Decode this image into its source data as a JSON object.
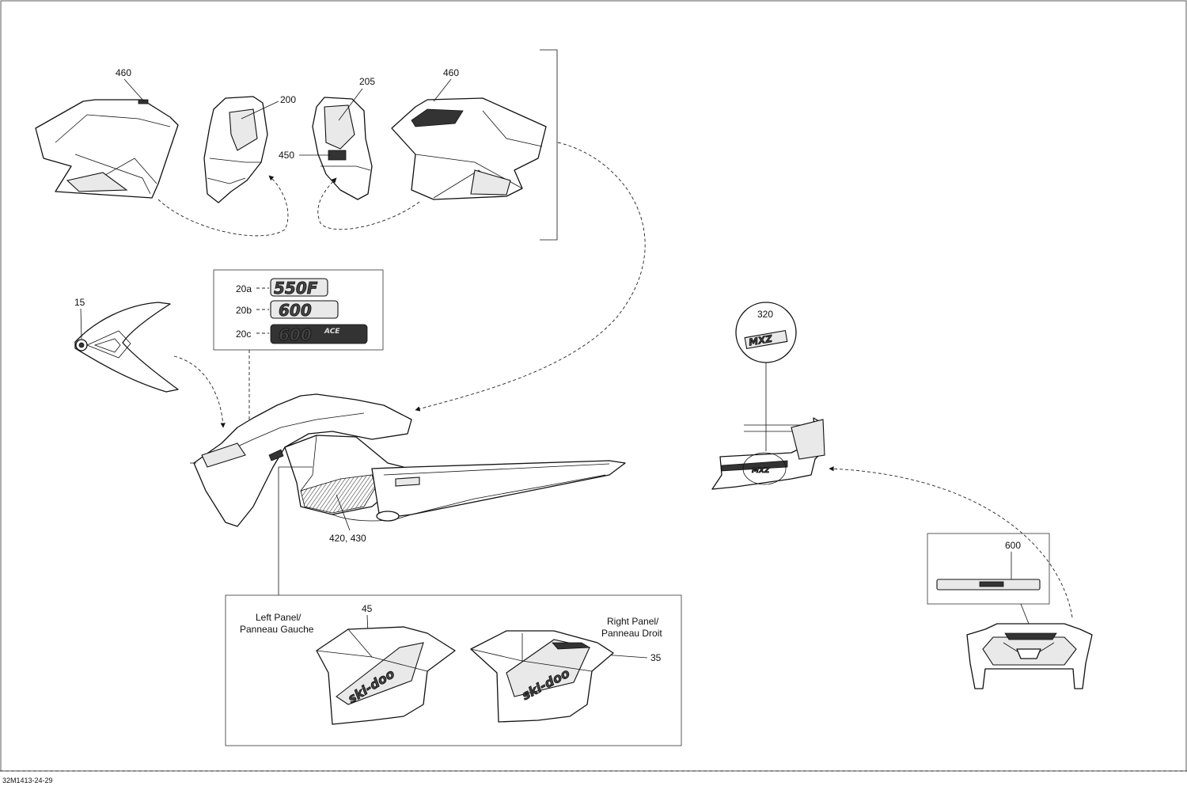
{
  "callouts": {
    "c460_left": "460",
    "c200": "200",
    "c205": "205",
    "c460_right": "460",
    "c450": "450",
    "c15": "15",
    "c20a": "20a",
    "c20b": "20b",
    "c20c": "20c",
    "c320": "320",
    "c420_430": "420, 430",
    "c600": "600",
    "c45": "45",
    "c35": "35"
  },
  "decals": {
    "d20a": "550F",
    "d20b": "600",
    "d20c": "600",
    "d20c_sup": "ACE",
    "d320": "MXZ",
    "d320_detail": "MXZ"
  },
  "panel_labels": {
    "left_line1": "Left Panel/",
    "left_line2": "Panneau Gauche",
    "right_line1": "Right Panel/",
    "right_line2": "Panneau Droit"
  },
  "drawing_code": "32M1413-24-29"
}
